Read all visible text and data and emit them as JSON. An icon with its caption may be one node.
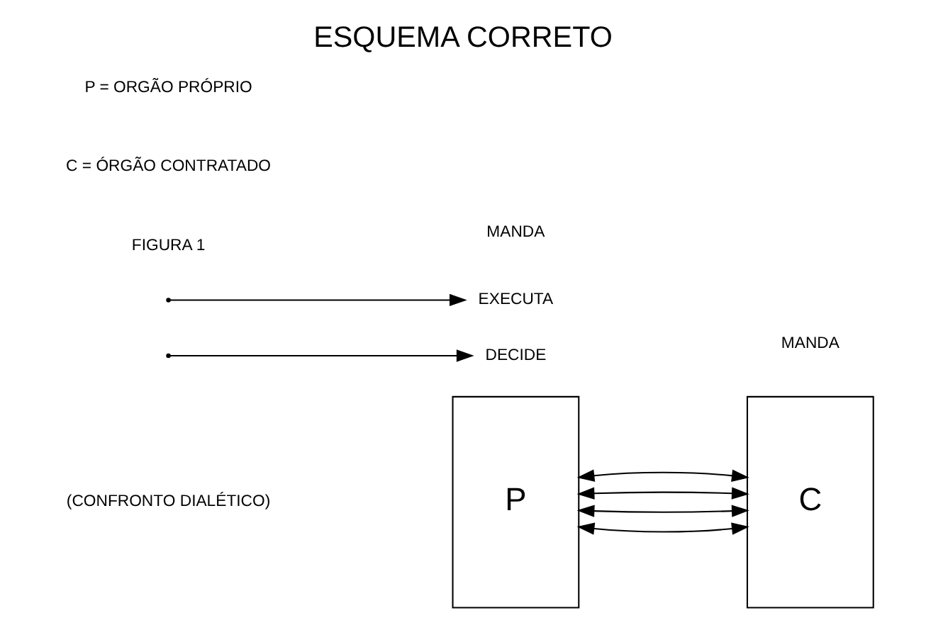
{
  "diagram": {
    "title": "ESQUEMA CORRETO",
    "nodes": [
      {
        "text": [
          "P"
        ]
      },
      {
        "text": [
          "C"
        ]
      },
      {
        "text": [
          "DECIDE"
        ]
      },
      {
        "text": [
          "EXECUTA"
        ]
      }
    ],
    "edges": [
      {
        "from": 0,
        "to": 1,
        "arrow": "both"
      },
      {
        "from": 0,
        "to": 1,
        "arrow": "both"
      },
      {
        "from": 0,
        "to": 1,
        "arrow": "both"
      },
      {
        "from": 0,
        "to": 1,
        "arrow": "both"
      },
      {
        "from": null,
        "to": 2,
        "arrow": "to"
      },
      {
        "from": null,
        "to": 3,
        "arrow": "to"
      }
    ],
    "labels": [
      "(CONFRONTO DIALÉTICO)",
      "FIGURA 1",
      "MANDA",
      "MANDA",
      "P = ORGÃO PRÓPRIO",
      "C = ÓRGÃO CONTRATADO"
    ]
  }
}
